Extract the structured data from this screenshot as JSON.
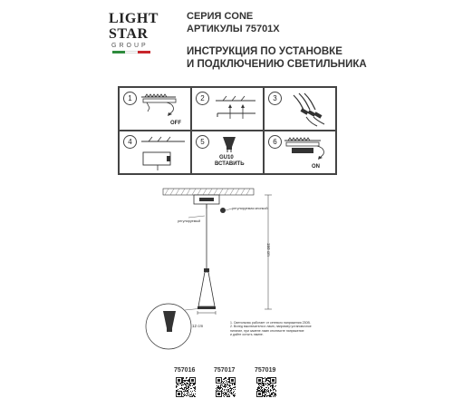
{
  "logo": {
    "line1": "LIGHT",
    "line2": "STAR",
    "line3": "GROUP",
    "flag_colors": [
      "#2e8b3d",
      "#ffffff",
      "#c8262c"
    ]
  },
  "header": {
    "series": "СЕРИЯ CONE",
    "articles": "АРТИКУЛЫ 75701X",
    "instruction_line1": "ИНСТРУКЦИЯ ПО УСТАНОВКЕ",
    "instruction_line2": "И ПОДКЛЮЧЕНИЮ СВЕТИЛЬНИКА"
  },
  "steps": [
    {
      "number": "1",
      "label": "OFF",
      "icon": "power-off-wiring-icon"
    },
    {
      "number": "2",
      "label": "",
      "icon": "ceiling-drill-icon"
    },
    {
      "number": "3",
      "label": "",
      "icon": "wire-connection-icon"
    },
    {
      "number": "4",
      "label": "",
      "icon": "ceiling-mount-icon"
    },
    {
      "number": "5",
      "label": "GU10\nВСТАВИТЬ",
      "label_line1": "GU10",
      "label_line2": "ВСТАВИТЬ",
      "icon": "gu10-bulb-icon"
    },
    {
      "number": "6",
      "label": "ON",
      "icon": "power-on-wiring-icon"
    }
  ],
  "diagram": {
    "cable_label": "регулируемый",
    "adjust_label": "регулируемая кнопкой",
    "height_label": "150 cm",
    "width_label": "12 cm"
  },
  "notes": [
    "1. Светильник работает от сетевого напряжения 230В.",
    "2. Вслед выключателя и ламп, например установочное",
    "питание, при замене ламп отключите напряжение",
    "и дайте остыть лампе."
  ],
  "articles_list": [
    {
      "code": "757016"
    },
    {
      "code": "757017"
    },
    {
      "code": "757019"
    }
  ]
}
